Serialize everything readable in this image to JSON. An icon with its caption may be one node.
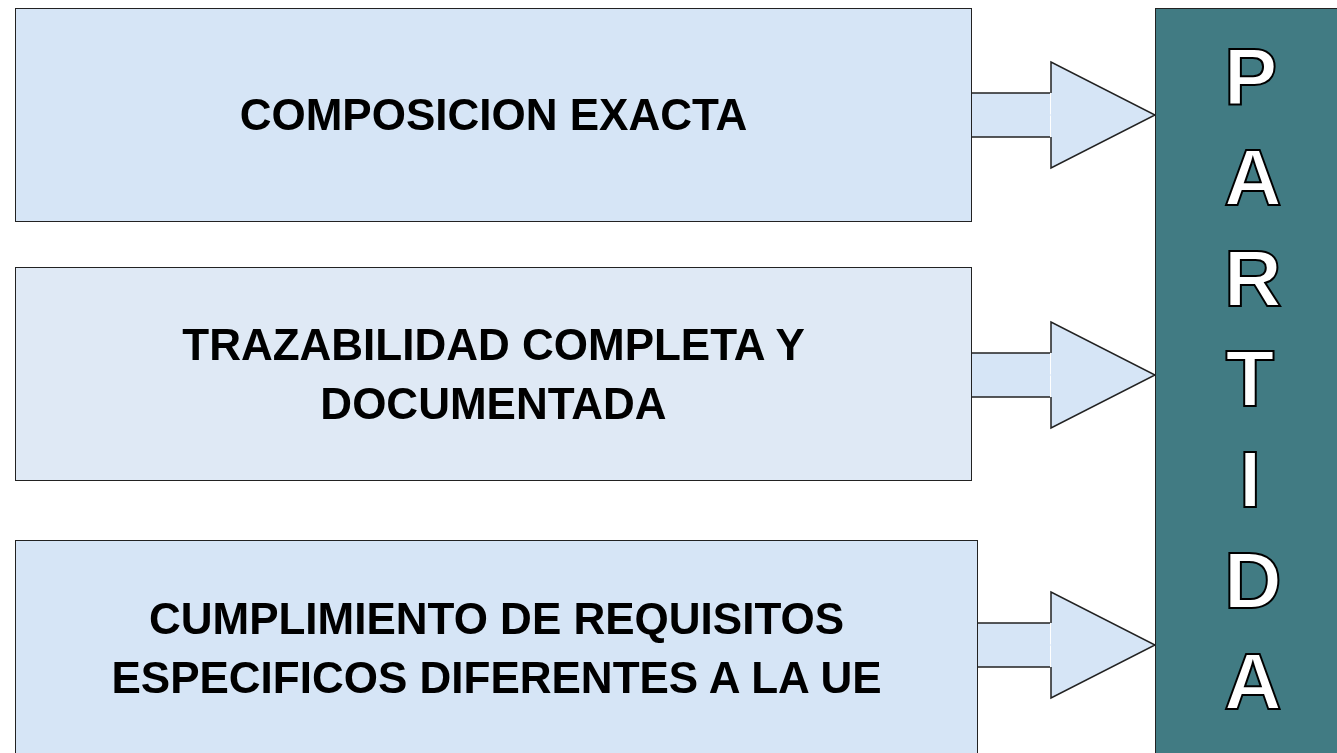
{
  "diagram": {
    "nodes": [
      {
        "text": [
          "COMPOSICION EXACTA"
        ]
      },
      {
        "text": [
          "TRAZABILIDAD COMPLETA Y DOCUMENTADA"
        ]
      },
      {
        "text": [
          "CUMPLIMIENTO DE REQUISITOS ESPECIFICOS DIFERENTES A LA UE"
        ]
      },
      {
        "text": [
          "PARTIDA"
        ]
      }
    ],
    "edges": [
      {
        "from": 0,
        "to": 3,
        "arrow": "to"
      },
      {
        "from": 1,
        "to": 3,
        "arrow": "to"
      },
      {
        "from": 2,
        "to": 3,
        "arrow": "to"
      }
    ]
  }
}
